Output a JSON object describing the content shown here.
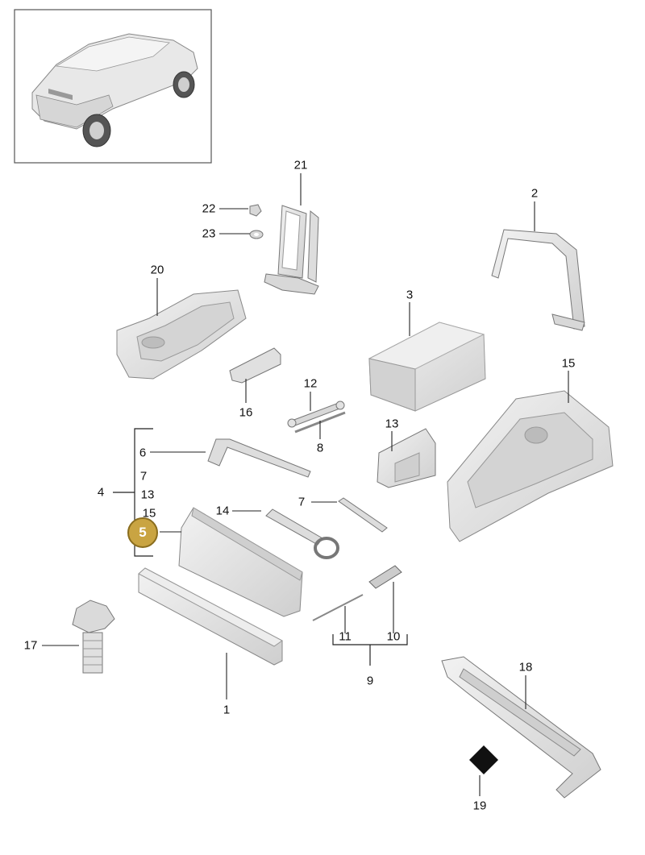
{
  "callouts": {
    "c1": "1",
    "c2": "2",
    "c3": "3",
    "c4": "4",
    "c5": "5",
    "c6": "6",
    "c7a": "7",
    "c7b": "7",
    "c8": "8",
    "c9": "9",
    "c10": "10",
    "c11": "11",
    "c12": "12",
    "c13a": "13",
    "c13b": "13",
    "c14": "14",
    "c15a": "15",
    "c15b": "15",
    "c16": "16",
    "c17": "17",
    "c18": "18",
    "c19": "19",
    "c20": "20",
    "c21": "21",
    "c22": "22",
    "c23": "23"
  },
  "highlighted_callout": "5",
  "colors": {
    "highlight_fill": "#c9a442",
    "highlight_border": "#8a6d1e",
    "part_fill": "#e3e3e3",
    "part_shade": "#c9c9c9",
    "line": "#222222"
  },
  "icons": {
    "vehicle_thumbnail": "porsche-suv-rear-view-icon",
    "part_19": "black-square-label-icon"
  }
}
